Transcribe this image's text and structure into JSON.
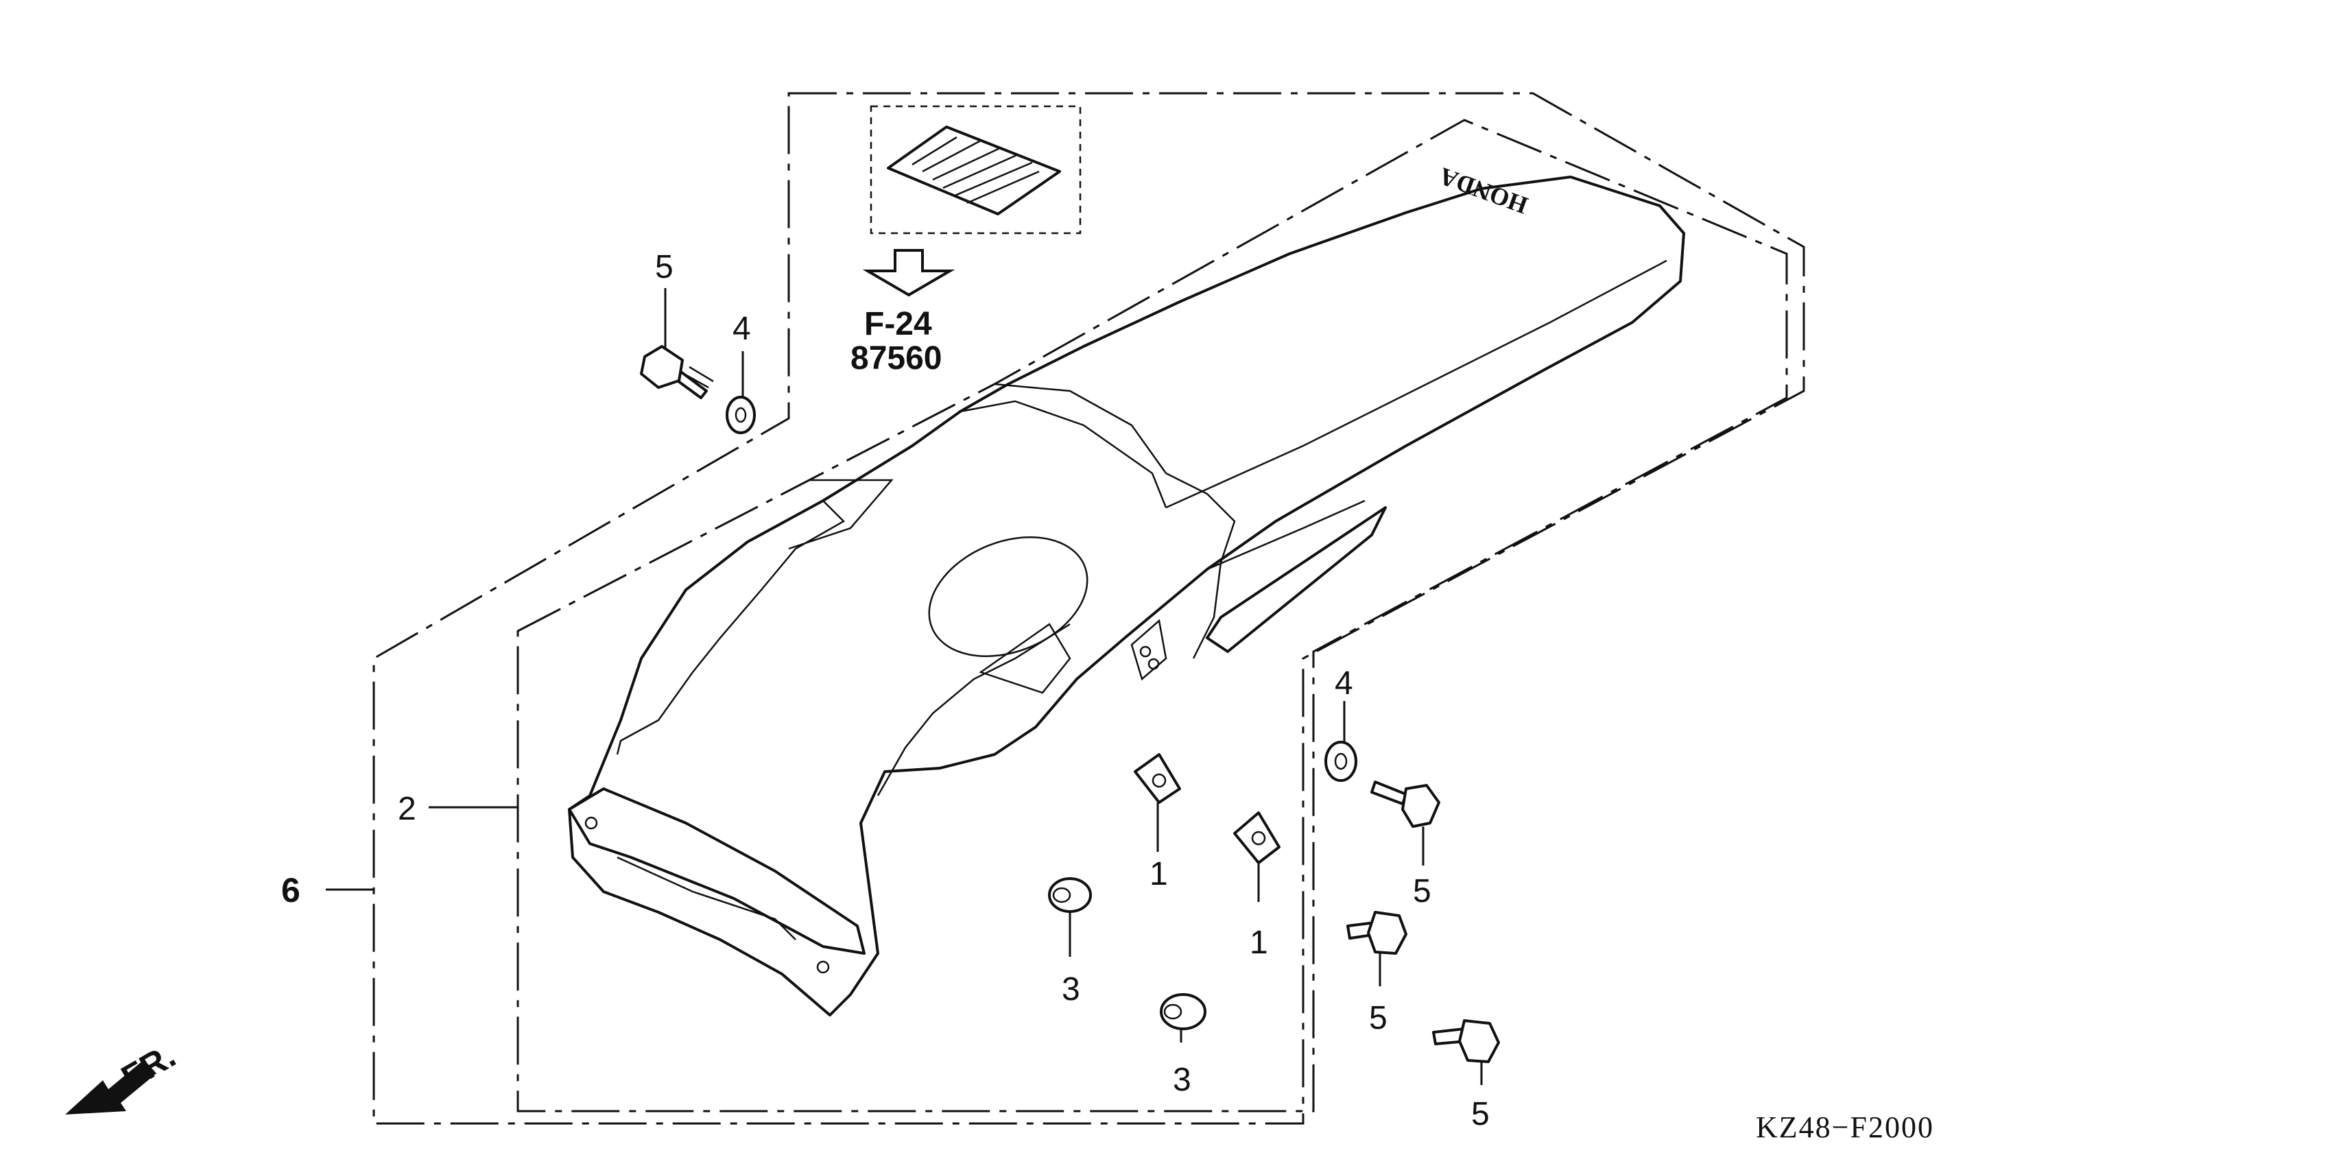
{
  "callouts": {
    "part_1a": "1",
    "part_1b": "1",
    "part_2": "2",
    "part_3a": "3",
    "part_3b": "3",
    "part_4a": "4",
    "part_4b": "4",
    "part_5a": "5",
    "part_5b": "5",
    "part_5c": "5",
    "part_5d": "5",
    "part_6": "6"
  },
  "reference": {
    "figure": "F-24",
    "part_number": "87560"
  },
  "fender_logo": "HONDA",
  "front_indicator": "FR.",
  "diagram_code": "KZ48−F2000"
}
